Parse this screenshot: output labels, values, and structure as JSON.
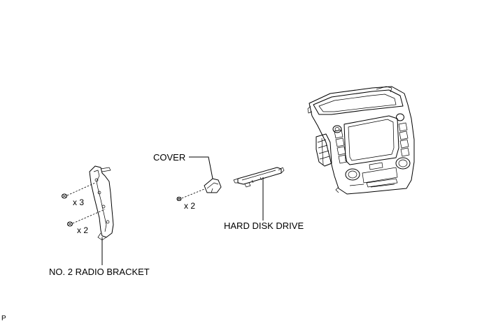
{
  "labels": {
    "cover": "COVER",
    "hard_disk_drive": "HARD DISK DRIVE",
    "radio_bracket": "NO. 2 RADIO BRACKET"
  },
  "quantities": {
    "bracket_upper_screws": "x 3",
    "bracket_lower_screws": "x 2",
    "cover_screws": "x 2"
  },
  "figure_code": "P"
}
